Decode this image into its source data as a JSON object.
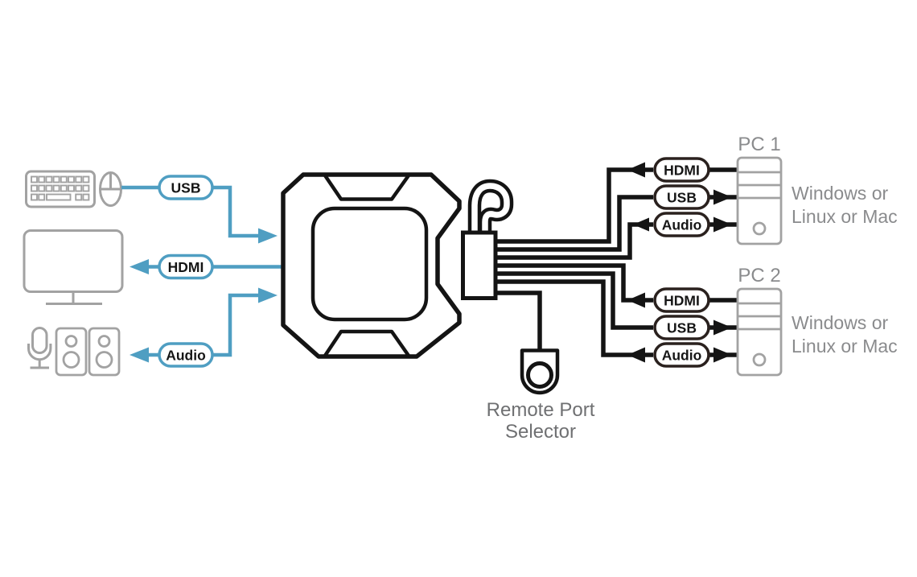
{
  "diagram_type": "kvm-switch-connection-diagram",
  "colors": {
    "accent_teal": "#4f9ec2",
    "cable_black": "#141414",
    "pc_pill_border": "#2a211e",
    "icon_gray": "#a2a2a2",
    "pc_text_gray": "#8a8b8d",
    "caption_gray": "#6f7072"
  },
  "console": {
    "icons": [
      "keyboard-icon",
      "mouse-icon",
      "monitor-icon",
      "microphone-icon",
      "speaker-icon",
      "speaker-icon"
    ],
    "ports": [
      {
        "label": "USB",
        "direction": "to-switch"
      },
      {
        "label": "HDMI",
        "direction": "to-monitor"
      },
      {
        "label": "Audio",
        "direction": "to-speakers-and-switch"
      }
    ]
  },
  "kvm": {
    "icon": "kvm-cable-switch-icon",
    "selector": {
      "icon": "remote-port-selector-icon",
      "line1": "Remote Port",
      "line2": "Selector"
    }
  },
  "pcs": [
    {
      "title": "PC 1",
      "os": {
        "line1": "Windows or",
        "line2": "Linux or Mac"
      },
      "ports": [
        {
          "label": "HDMI",
          "direction": "to-switch"
        },
        {
          "label": "USB",
          "direction": "to-pc"
        },
        {
          "label": "Audio",
          "direction": "both"
        }
      ]
    },
    {
      "title": "PC 2",
      "os": {
        "line1": "Windows or",
        "line2": "Linux or Mac"
      },
      "ports": [
        {
          "label": "HDMI",
          "direction": "to-switch"
        },
        {
          "label": "USB",
          "direction": "to-pc"
        },
        {
          "label": "Audio",
          "direction": "both"
        }
      ]
    }
  ]
}
